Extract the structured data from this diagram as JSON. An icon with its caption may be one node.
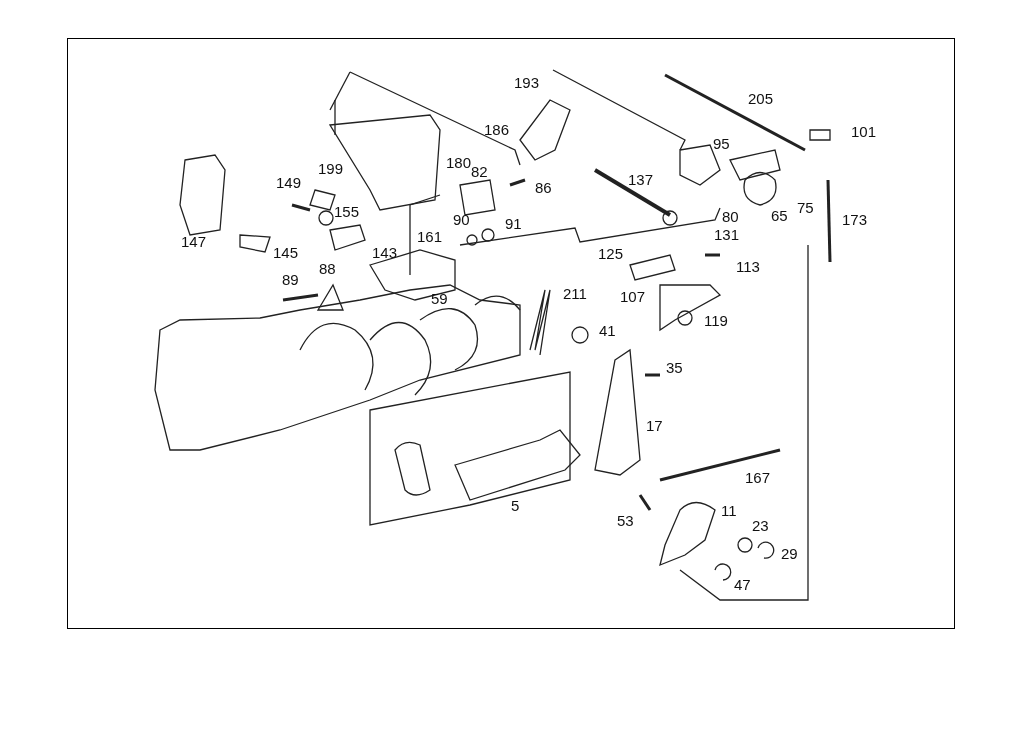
{
  "diagram": {
    "labels": [
      "193",
      "205",
      "186",
      "101",
      "95",
      "180",
      "199",
      "82",
      "137",
      "149",
      "86",
      "75",
      "155",
      "173",
      "80",
      "90",
      "91",
      "65",
      "147",
      "161",
      "131",
      "145",
      "143",
      "125",
      "113",
      "88",
      "89",
      "211",
      "59",
      "107",
      "119",
      "41",
      "35",
      "17",
      "167",
      "5",
      "11",
      "53",
      "23",
      "29",
      "47"
    ]
  }
}
